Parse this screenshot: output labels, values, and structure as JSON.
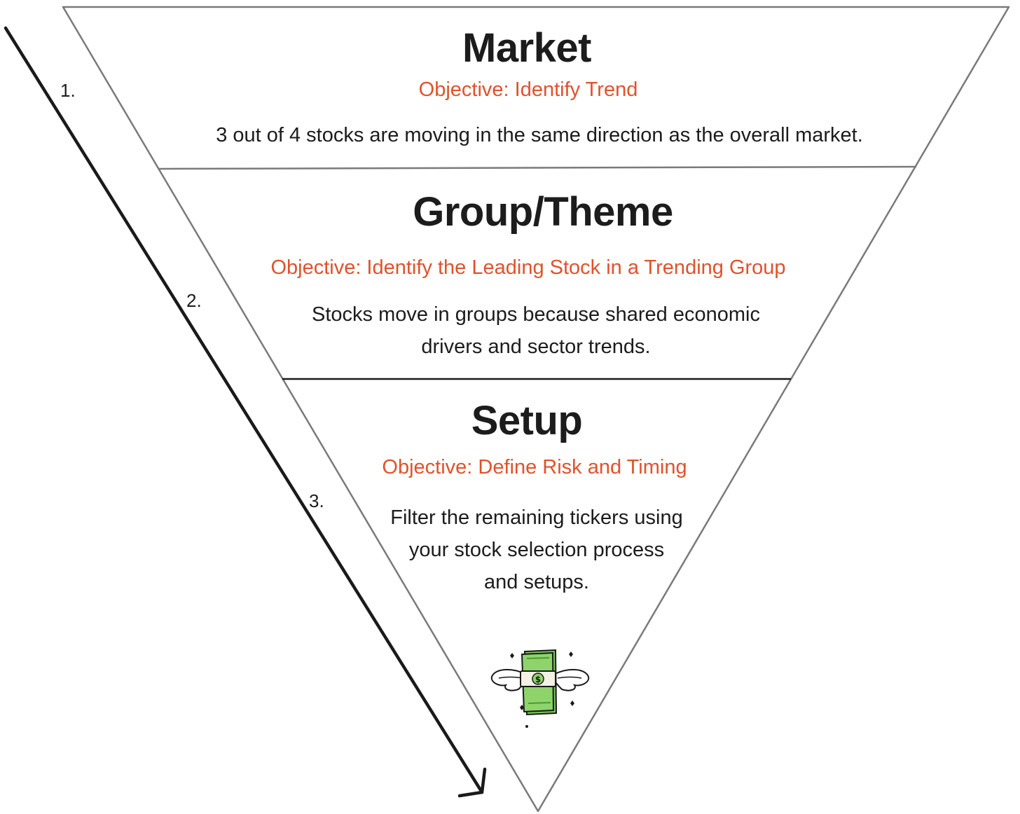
{
  "steps": [
    "1.",
    "2.",
    "3."
  ],
  "sections": [
    {
      "title": "Market",
      "objective": "Objective: Identify Trend",
      "description": "3 out of 4 stocks are moving in the same direction as the overall market."
    },
    {
      "title": "Group/Theme",
      "objective": "Objective: Identify the Leading Stock in a Trending Group",
      "description": "Stocks move in groups because shared economic drivers and sector trends."
    },
    {
      "title": "Setup",
      "objective": "Objective: Define Risk and Timing",
      "description": "Filter the remaining tickers using your stock selection process and setups."
    }
  ],
  "colors": {
    "objective": "#e0522c",
    "text": "#1c1c1c",
    "outline": "#7a7a7a",
    "arrow": "#1a1a1a",
    "money": "#8fd46a"
  },
  "icon": "flying-money-icon"
}
